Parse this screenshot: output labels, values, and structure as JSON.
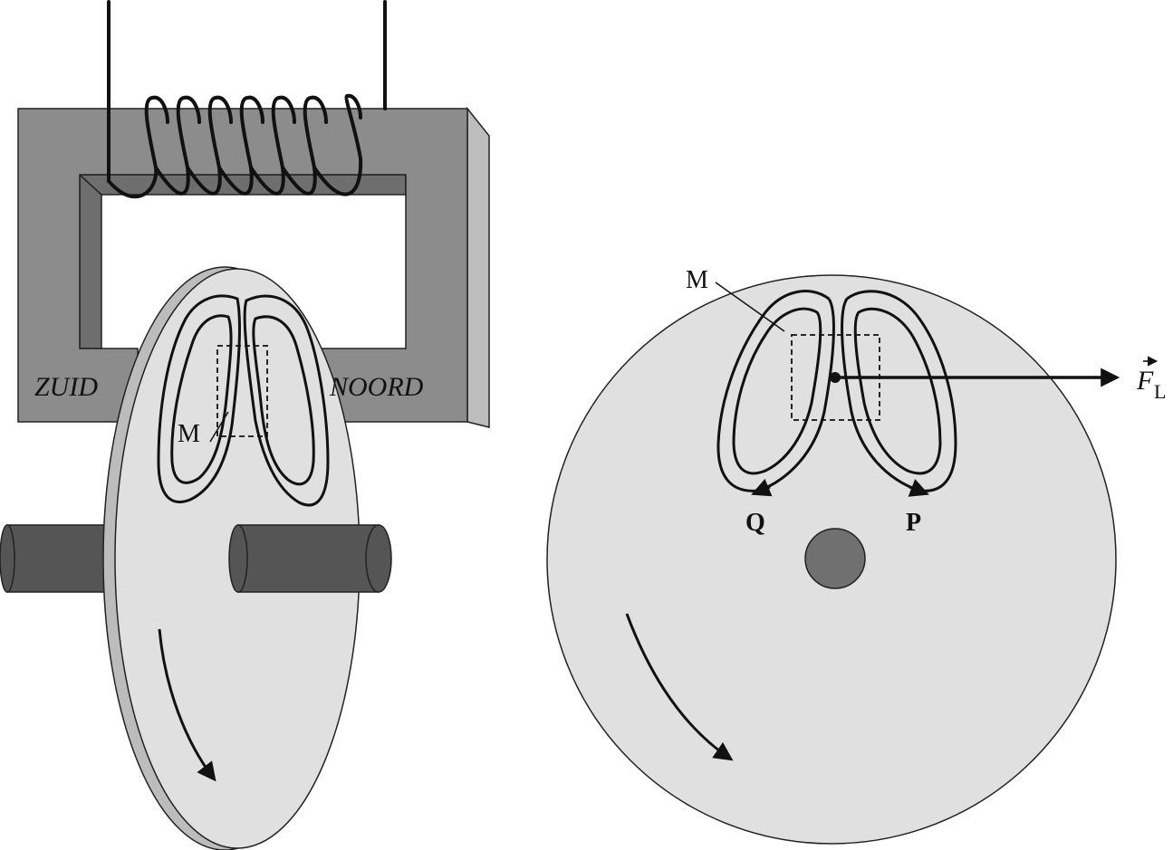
{
  "left_figure": {
    "pole_south_label": "ZUID",
    "pole_north_label": "NOORD",
    "point_label": "M"
  },
  "right_figure": {
    "point_label": "M",
    "current_label_left": "Q",
    "current_label_right": "P",
    "force_label": "F",
    "force_subscript": "L"
  },
  "colors": {
    "magnet_front": "#8c8c8c",
    "magnet_side": "#bdbdbd",
    "disc_face": "#e0e0e0",
    "disc_edge": "#bcbcbc",
    "axle": "#555555",
    "hub": "#707070",
    "ink": "#111111"
  }
}
